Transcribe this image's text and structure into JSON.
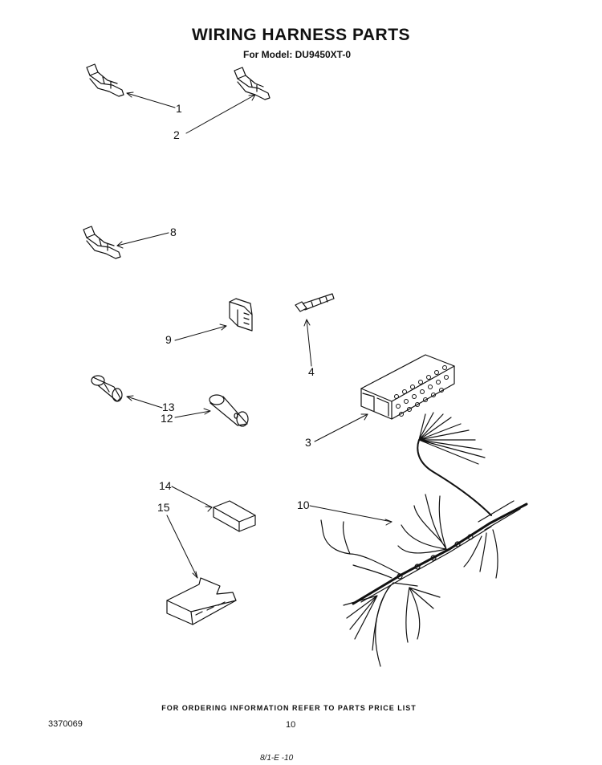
{
  "header": {
    "title": "WIRING HARNESS PARTS",
    "model_line": "For Model: DU9450XT-0"
  },
  "callouts": [
    "1",
    "2",
    "8",
    "9",
    "4",
    "13",
    "12",
    "3",
    "14",
    "15",
    "10"
  ],
  "footer": {
    "ordering_note": "FOR ORDERING INFORMATION REFER TO PARTS PRICE LIST",
    "doc_number": "3370069",
    "page_number": "10",
    "handwritten_note": "8/1-E -10"
  }
}
